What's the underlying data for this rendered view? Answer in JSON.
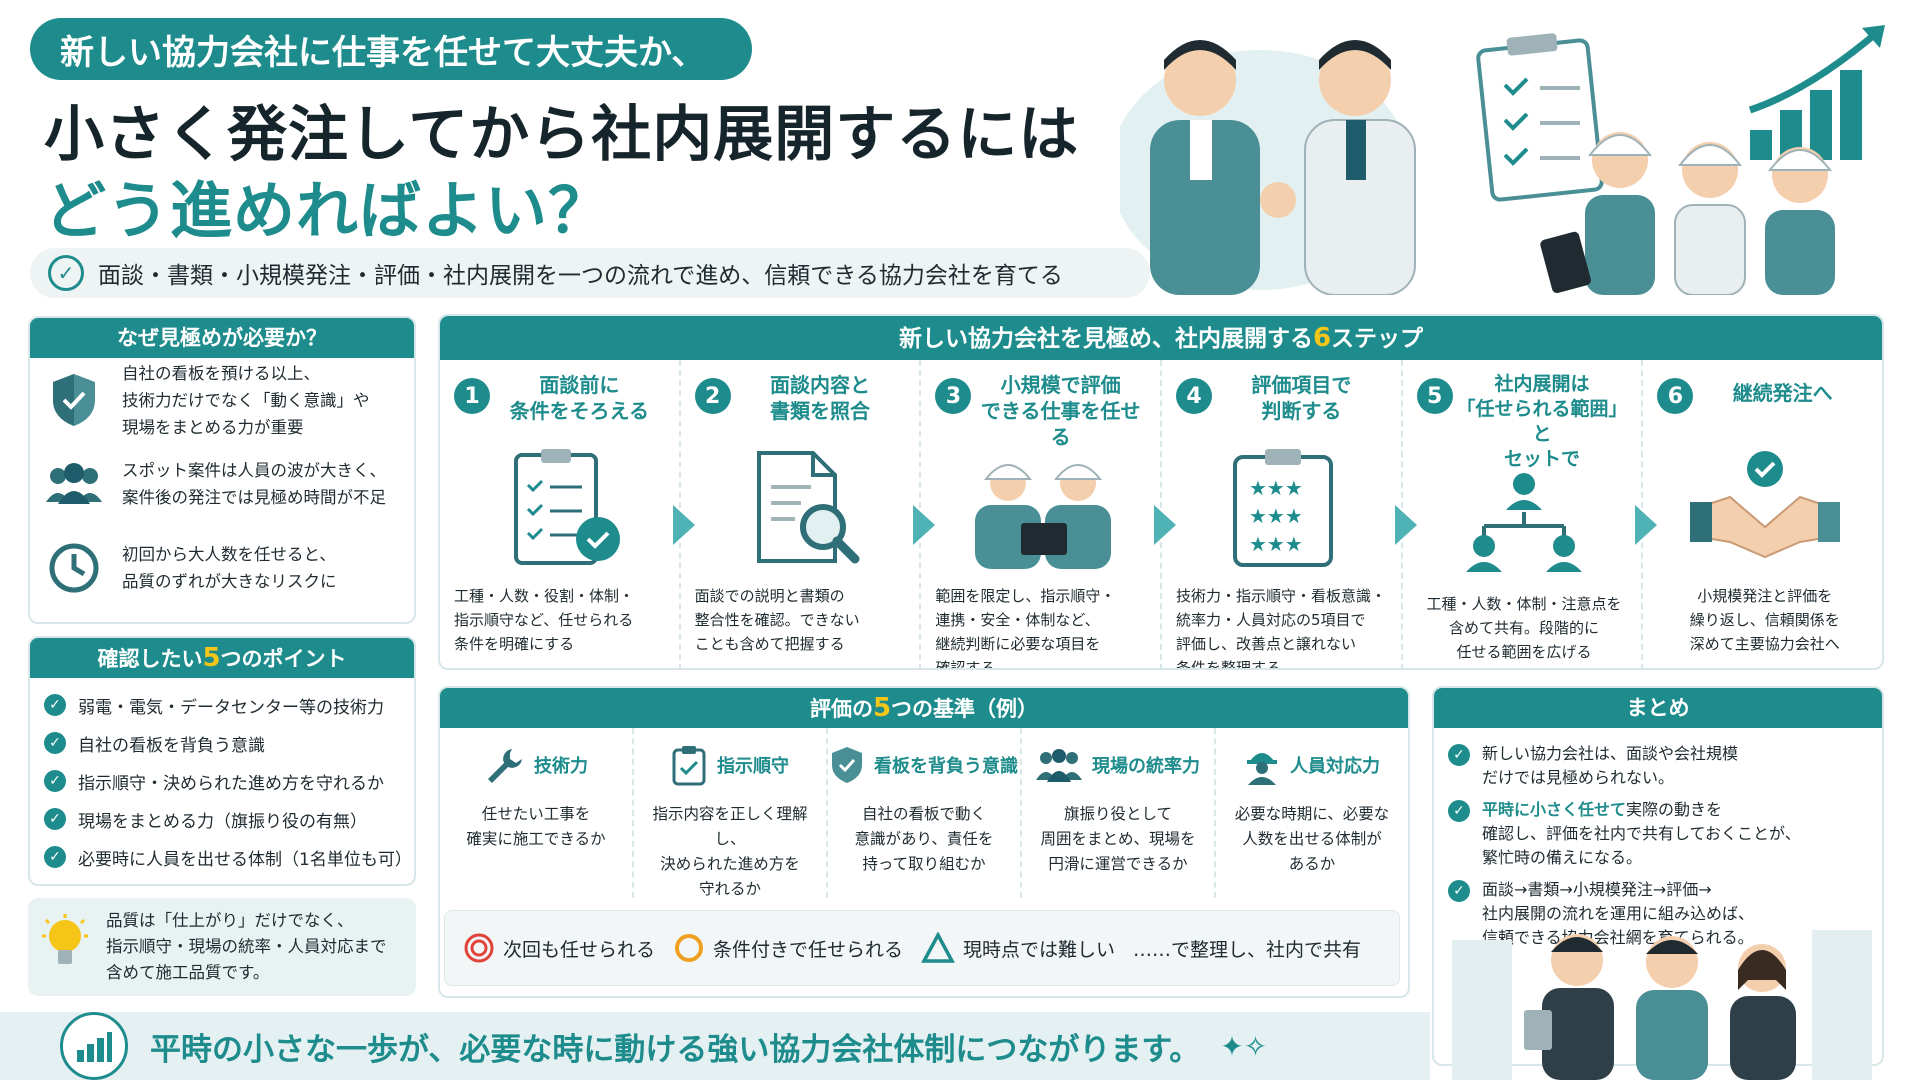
{
  "header": {
    "subtitle": "新しい協力会社に仕事を任せて大丈夫か、",
    "title_line1": "小さく発注してから社内展開するには",
    "title_line2": "どう進めればよい？",
    "tagline": "面談・書類・小規模発注・評価・社内展開を一つの流れで進め、信頼できる協力会社を育てる"
  },
  "why": {
    "heading": "なぜ見極めが必要か？",
    "items": [
      {
        "icon": "shield-check-icon",
        "text": "自社の看板を預ける以上、\n技術力だけでなく「動く意識」や\n現場をまとめる力が重要"
      },
      {
        "icon": "group-people-icon",
        "text": "スポット案件は人員の波が大きく、\n案件後の発注では見極め時間が不足"
      },
      {
        "icon": "clock-icon",
        "text": "初回から大人数を任せると、\n品質のずれが大きなリスクに"
      }
    ]
  },
  "points": {
    "heading_pre": "確認したい",
    "heading_num": "5",
    "heading_post": "つのポイント",
    "items": [
      "弱電・電気・データセンター等の技術力",
      "自社の看板を背負う意識",
      "指示順守・決められた進め方を守れるか",
      "現場をまとめる力（旗振り役の有無）",
      "必要時に人員を出せる体制（1名単位も可）"
    ]
  },
  "quality_note": "品質は「仕上がり」だけでなく、\n指示順守・現場の統率・人員対応まで\n含めて施工品質です。",
  "steps": {
    "heading_pre": "新しい協力会社を見極め、社内展開する",
    "heading_num": "6",
    "heading_post": "ステップ",
    "items": [
      {
        "num": "1",
        "title": "面談前に\n条件をそろえる",
        "desc": "工種・人数・役割・体制・\n指示順守など、任せられる\n条件を明確にする",
        "icon": "checklist-icon"
      },
      {
        "num": "2",
        "title": "面談内容と\n書類を照合",
        "desc": "面談での説明と書類の\n整合性を確認。できない\nことも含めて把握する",
        "icon": "document-magnifier-icon"
      },
      {
        "num": "3",
        "title": "小規模で評価\nできる仕事を任せる",
        "desc": "範囲を限定し、指示順守・\n連携・安全・体制など、\n継続判断に必要な項目を\n確認する",
        "icon": "workers-icon"
      },
      {
        "num": "4",
        "title": "評価項目で\n判断する",
        "desc": "技術力・指示順守・看板意識・\n統率力・人員対応の5項目で\n評価し、改善点と譲れない\n条件を整理する",
        "icon": "star-rating-clipboard-icon"
      },
      {
        "num": "5",
        "title": "社内展開は\n「任せられる範囲」と\nセットで",
        "desc": "工種・人数・体制・注意点を\n含めて共有。段階的に\n任せる範囲を広げる",
        "icon": "org-chart-icon"
      },
      {
        "num": "6",
        "title": "継続発注へ",
        "desc": "小規模発注と評価を\n繰り返し、信頼関係を\n深めて主要協力会社へ",
        "icon": "handshake-check-icon"
      }
    ]
  },
  "criteria": {
    "heading_pre": "評価の",
    "heading_num": "5",
    "heading_post": "つの基準（例）",
    "items": [
      {
        "name": "技術力",
        "desc": "任せたい工事を\n確実に施工できるか",
        "icon": "wrench-icon"
      },
      {
        "name": "指示順守",
        "desc": "指示内容を正しく理解し、\n決められた進め方を\n守れるか",
        "icon": "clipboard-check-icon"
      },
      {
        "name": "看板を背負う意識",
        "desc": "自社の看板で動く\n意識があり、責任を\n持って取り組むか",
        "icon": "shield-check-icon"
      },
      {
        "name": "現場の統率力",
        "desc": "旗振り役として\n周囲をまとめ、現場を\n円滑に運営できるか",
        "icon": "team-icon"
      },
      {
        "name": "人員対応力",
        "desc": "必要な時期に、必要な\n人数を出せる体制が\nあるか",
        "icon": "worker-helmet-icon"
      }
    ],
    "legend": {
      "double_circle": "次回も任せられる",
      "circle": "条件付きで任せられる",
      "triangle": "現時点では難しい",
      "tail": "……で整理し、社内で共有"
    }
  },
  "summary": {
    "heading": "まとめ",
    "items": [
      {
        "pre": "",
        "em": "",
        "text": "新しい協力会社は、面談や会社規模\nだけでは見極められない。"
      },
      {
        "pre": "",
        "em": "平時に小さく任せて",
        "text": "実際の動きを\n確認し、評価を社内で共有しておくことが、\n繁忙時の備えになる。"
      },
      {
        "pre": "",
        "em": "",
        "text": "面談→書類→小規模発注→評価→\n社内展開の流れを運用に組み込めば、\n信頼できる協力会社網を育てられる。"
      }
    ]
  },
  "banner": {
    "text": "平時の小さな一歩が、必要な時に動ける強い協力会社体制につながります。"
  },
  "colors": {
    "accent": "#1e8c8c",
    "highlight": "#f5c518",
    "double_circle": "#e0433a",
    "circle": "#f0a020",
    "triangle": "#1e8c8c"
  }
}
